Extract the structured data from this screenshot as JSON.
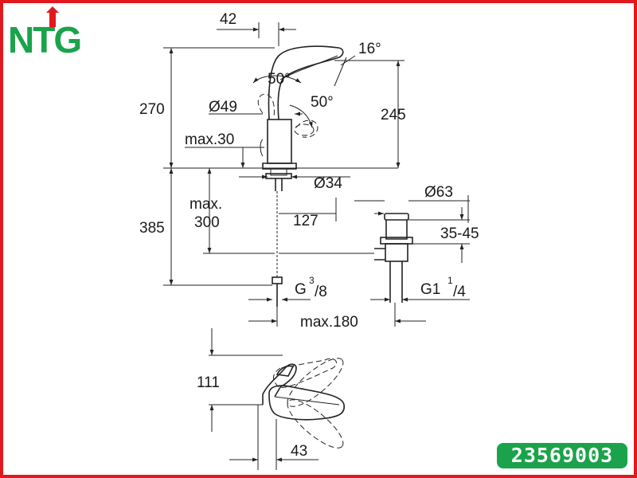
{
  "brand": {
    "logo_text": "NTG",
    "logo_color": "#1aa34a",
    "logo_accent": "#e0191d"
  },
  "product_code": "23569003",
  "colors": {
    "frame": "#e0191d",
    "badge": "#1aa34a",
    "line": "#222222"
  },
  "dimensions": {
    "spout_offset": "42",
    "spout_angle": "16°",
    "lever_angle_left": "50°",
    "lever_angle_right": "50°",
    "body_diameter": "Ø49",
    "total_height": "270",
    "spout_height": "245",
    "deck_max": "max.30",
    "shank_diameter": "Ø34",
    "hose_max_line1": "max.",
    "hose_max_line2": "300",
    "under_height": "385",
    "waste_offset": "127",
    "waste_diameter": "Ø63",
    "waste_range": "35-45",
    "hose_thread": "G",
    "hose_thread_sup": "3",
    "hose_thread_sub": "/8",
    "waste_thread": "G1",
    "waste_thread_sup": "1",
    "waste_thread_sub": "/4",
    "rod_max": "max.180",
    "side_height": "111",
    "side_offset": "43"
  },
  "icons": [
    "logo-mark",
    "faucet-front-view",
    "pop-up-waste",
    "faucet-side-view"
  ]
}
